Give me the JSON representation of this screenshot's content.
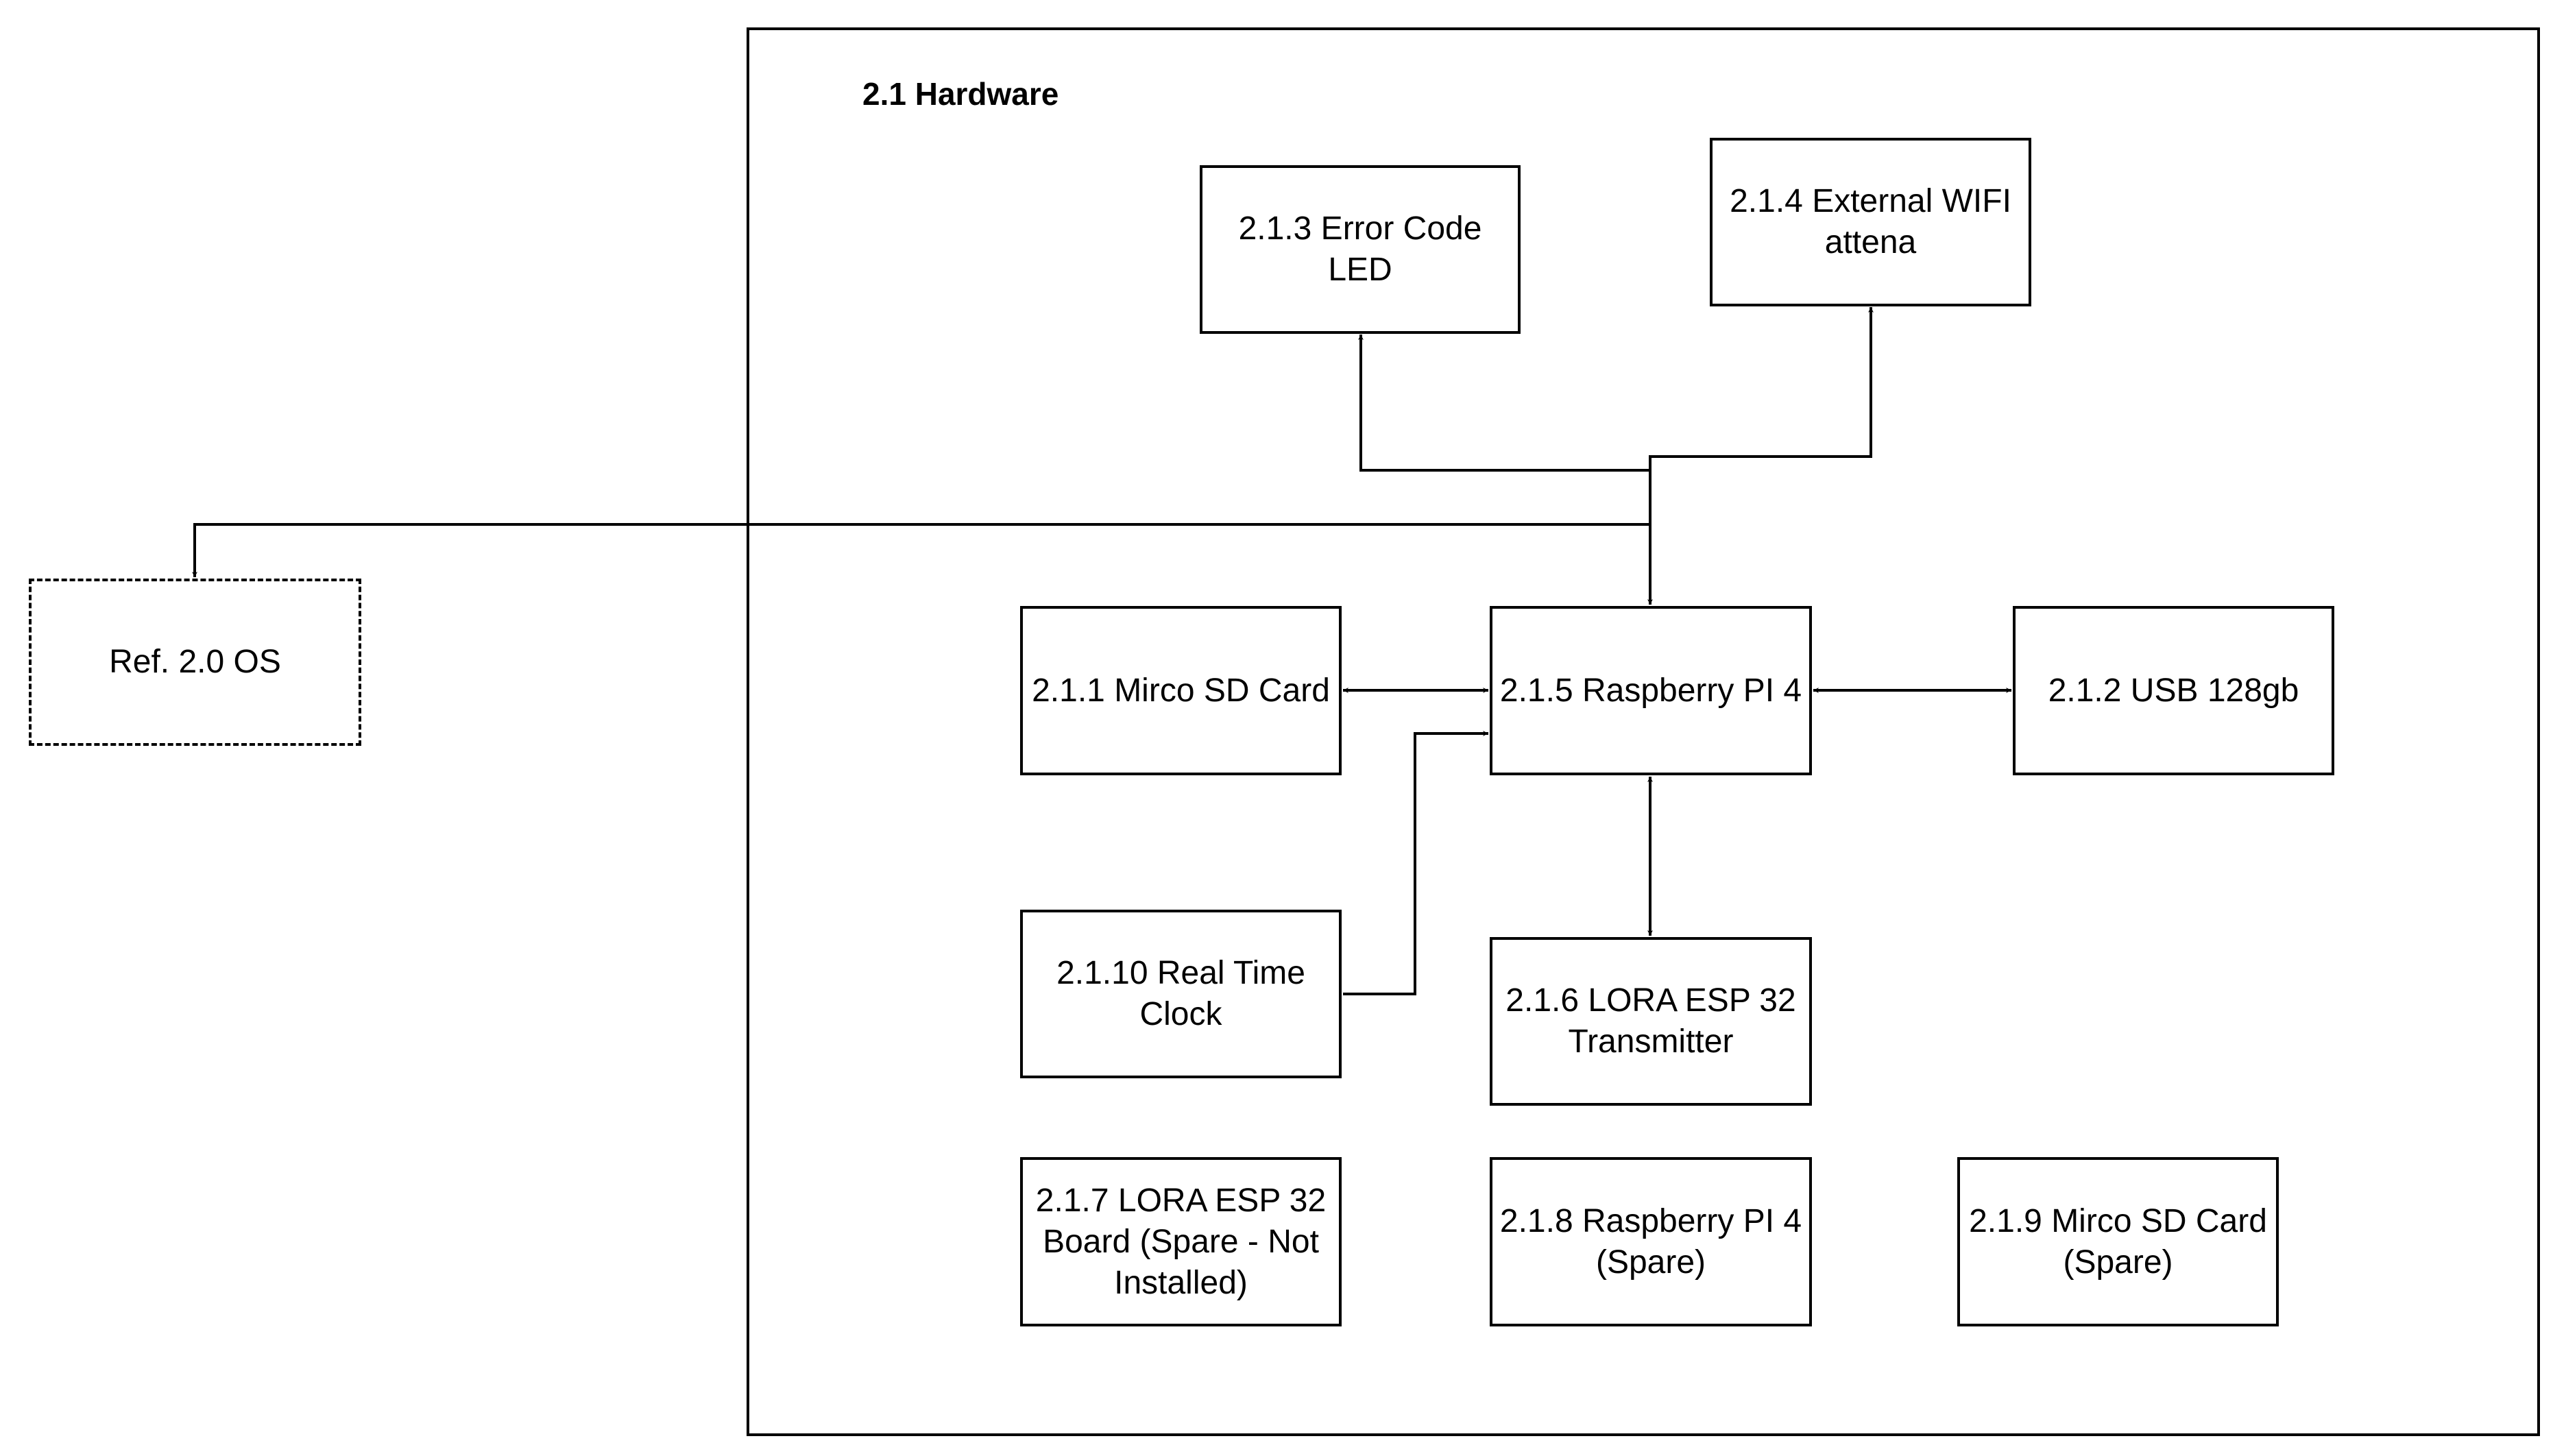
{
  "frame": {
    "title": "2.1 Hardware"
  },
  "nodes": {
    "n211": "2.1.1 Mirco SD Card",
    "n212": "2.1.2 USB 128gb",
    "n213": "2.1.3 Error Code\nLED",
    "n214": "2.1.4 External WIFI\nattena",
    "n215": "2.1.5 Raspberry PI 4",
    "n216": "2.1.6 LORA ESP 32\nTransmitter",
    "n217": "2.1.7 LORA ESP 32\nBoard (Spare - Not\nInstalled)",
    "n218": "2.1.8 Raspberry PI 4\n(Spare)",
    "n219": "2.1.9 Mirco SD Card\n(Spare)",
    "n2110": "2.1.10 Real Time\nClock",
    "ref": "Ref. 2.0 OS"
  },
  "colors": {
    "stroke": "#000000",
    "background": "#ffffff"
  }
}
